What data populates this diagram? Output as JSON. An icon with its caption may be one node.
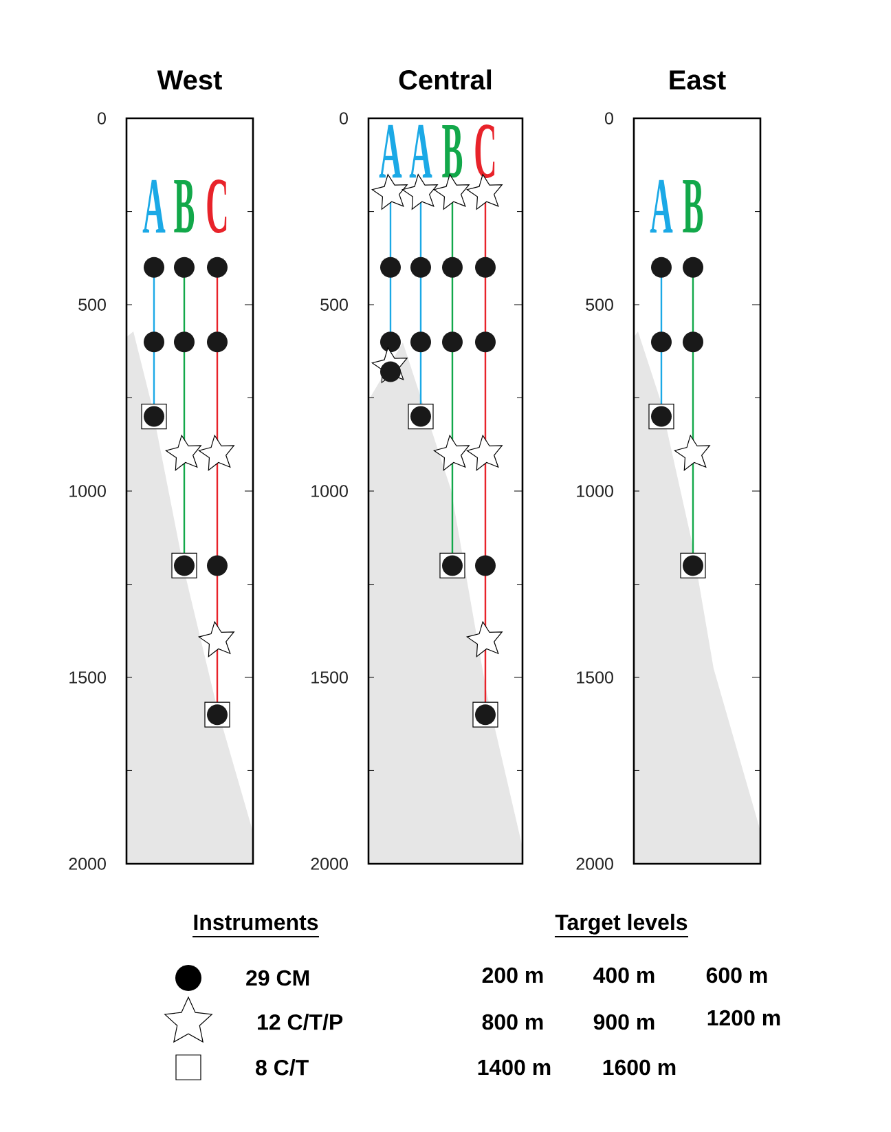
{
  "diagram": {
    "nodes": [
      {
        "text": [
          "West"
        ]
      },
      {
        "text": [
          "Central"
        ]
      },
      {
        "text": [
          "East"
        ]
      }
    ],
    "labels": [
      "0",
      "500",
      "1000",
      "1500",
      "2000",
      "A",
      "B",
      "C",
      "0",
      "500",
      "1000",
      "1500",
      "2000",
      "A",
      "A",
      "B",
      "C",
      "0",
      "500",
      "1000",
      "1500",
      "2000",
      "A",
      "B",
      "Instruments",
      "Target levels",
      "200 m",
      "400 m",
      "600 m",
      "800 m",
      "900 m",
      "1200 m",
      "1400 m",
      "1600 m"
    ],
    "legend": [
      {
        "text": "29 CM"
      },
      {
        "text": "12 C/T/P"
      },
      {
        "text": "8 C/T"
      }
    ]
  }
}
